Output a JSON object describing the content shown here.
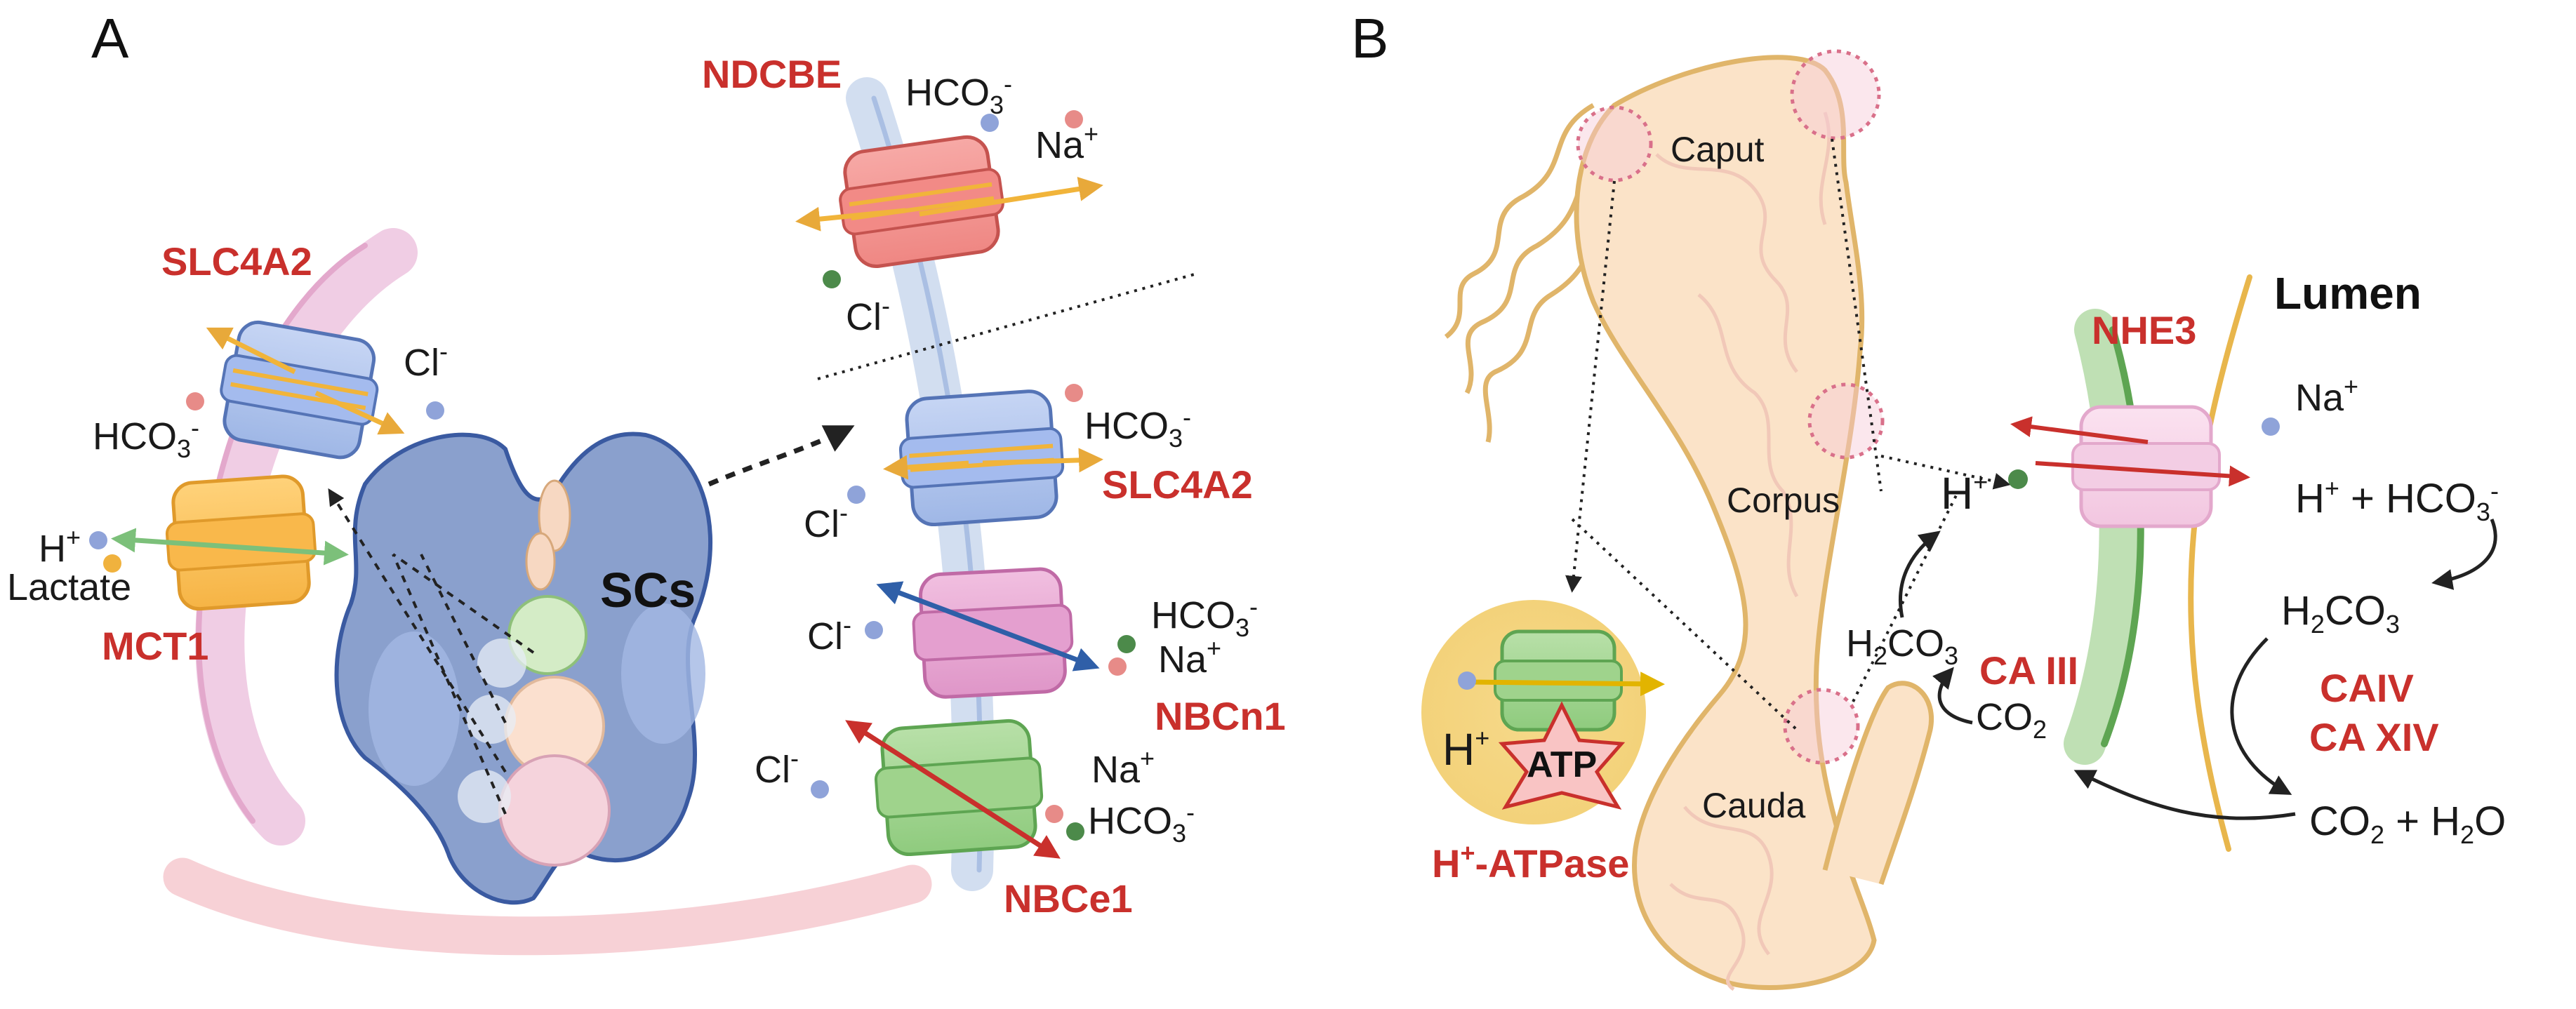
{
  "colors": {
    "label_red": "#c9302c",
    "membrane_pink": "#e8b6d2",
    "membrane_blue": "#c7d6ec",
    "epididymis_fill": "#fbe3c8",
    "epididymis_stroke": "#e0b56a",
    "sertoli_blue": "#7f97c8",
    "nhe3_green": "#9bc79a"
  },
  "panel_a": {
    "panel_label": "A",
    "sertoli_label": "SCs",
    "transporters": {
      "ndcbe": "NDCBE",
      "slc4a2_left": "SLC4A2",
      "slc4a2_right": "SLC4A2",
      "mct1": "MCT1",
      "nbcn1": "NBCn1",
      "nbce1": "NBCe1"
    },
    "ions": {
      "ndcbe_hco3": "HCO",
      "ndcbe_na": "Na",
      "ndcbe_cl": "Cl",
      "slc_left_cl": "Cl",
      "slc_left_hco3": "HCO",
      "mct_h": "H",
      "mct_lactate": "Lactate",
      "slc_right_hco3": "HCO",
      "slc_right_cl": "Cl",
      "nbcn1_cl": "Cl",
      "nbcn1_hco3": "HCO",
      "nbcn1_na": "Na",
      "nbce1_cl": "Cl",
      "nbce1_na": "Na",
      "nbce1_hco3": "HCO"
    }
  },
  "panel_b": {
    "panel_label": "B",
    "regions": {
      "caput": "Caput",
      "corpus": "Corpus",
      "cauda": "Cauda"
    },
    "lumen_label": "Lumen",
    "nhe3": "NHE3",
    "h_atpase": "H",
    "h_atpase_suffix": "-ATPase",
    "atp": "ATP",
    "h_left": "H",
    "h_cell": "H",
    "na_lumen": "Na",
    "lumen_h": "H",
    "lumen_plus": " + HCO",
    "h2co3_cell_a": "H",
    "h2co3_cell_b": "CO",
    "co2_cell": "CO",
    "ca3": "CA III",
    "h2co3_lumen_a": "H",
    "h2co3_lumen_b": "CO",
    "caiv": "CAIV",
    "ca14": "CA XIV",
    "co2_water_a": "CO",
    "co2_water_b": " + H",
    "co2_water_c": "O"
  }
}
